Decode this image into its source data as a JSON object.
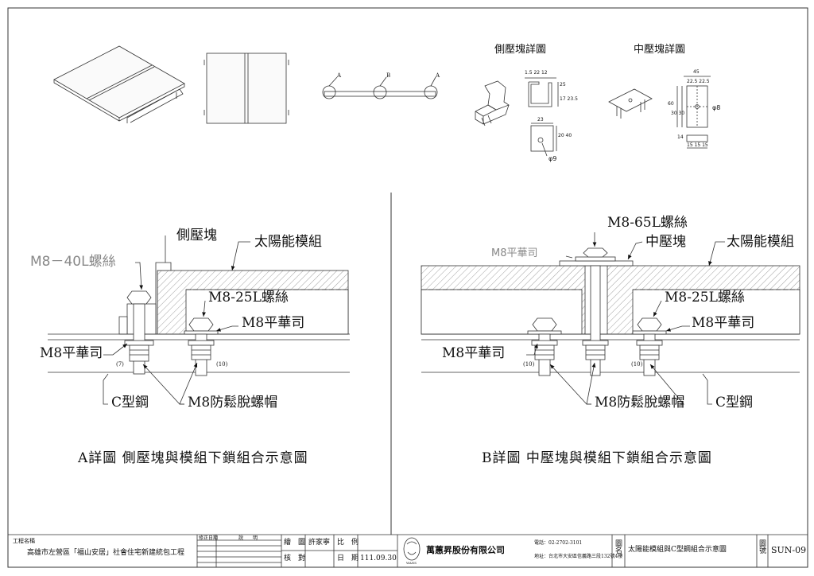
{
  "thumb_labels": {
    "a": "A",
    "b": "B",
    "a2": "A"
  },
  "detail_titles": {
    "side": "側壓塊詳圖",
    "mid": "中壓塊詳圖"
  },
  "side_dims": {
    "top": "1.5 22 12",
    "h1": "25",
    "h2": "17 23.5",
    "w": "23",
    "h3": "20 40",
    "hole": "φ9"
  },
  "mid_dims": {
    "width": "45",
    "top": "22.5 22.5",
    "h": "60",
    "h2": "30 30",
    "hole": "φ8",
    "t": "14",
    "bottom": "15 15 15"
  },
  "left": {
    "side_block": "側壓塊",
    "module": "太陽能模組",
    "bolt40": "M8－40L螺絲",
    "bolt25": "M8-25L螺絲",
    "washer_r": "M8平華司",
    "washer_l": "M8平華司",
    "c_steel": "C型鋼",
    "nut": "M8防鬆脫螺帽",
    "dim1": "(7)",
    "dim2": "(10)",
    "caption": "A詳圖  側壓塊與模組下鎖組合示意圖"
  },
  "right": {
    "bolt65": "M8-65L螺絲",
    "washer_top": "M8平華司",
    "mid_block": "中壓塊",
    "module": "太陽能模組",
    "bolt25": "M8-25L螺絲",
    "washer_r": "M8平華司",
    "washer_l": "M8平華司",
    "nut": "M8防鬆脫螺帽",
    "c_steel": "C型鋼",
    "dim1": "(10)",
    "dim2": "(10)",
    "caption": "B詳圖  中壓塊與模組下鎖組合示意圖"
  },
  "title_block": {
    "project_label": "工程名稱",
    "project": "高雄市左營區「福山安居」社會住宅新建統包工程",
    "rev_hdr": "修正日期",
    "desc_hdr": "說　　明",
    "drawn_label": "繪　圖",
    "drawn": "許家寧",
    "checked_label": "核　對",
    "scale_label": "比　例",
    "date_label": "日　期",
    "date": "111.09.30",
    "company": "萬蕙昇股份有限公司",
    "phone": "電話：02-2702-3101",
    "address": "地址：台北市大安區信義路三段132號4樓",
    "dwg_title_label": "圖名",
    "dwg_title": "太陽能模組與C型鋼組合示意圖",
    "dwg_no_label": "圖號",
    "dwg_no": "SUN-09",
    "logo_text": "WANS"
  }
}
